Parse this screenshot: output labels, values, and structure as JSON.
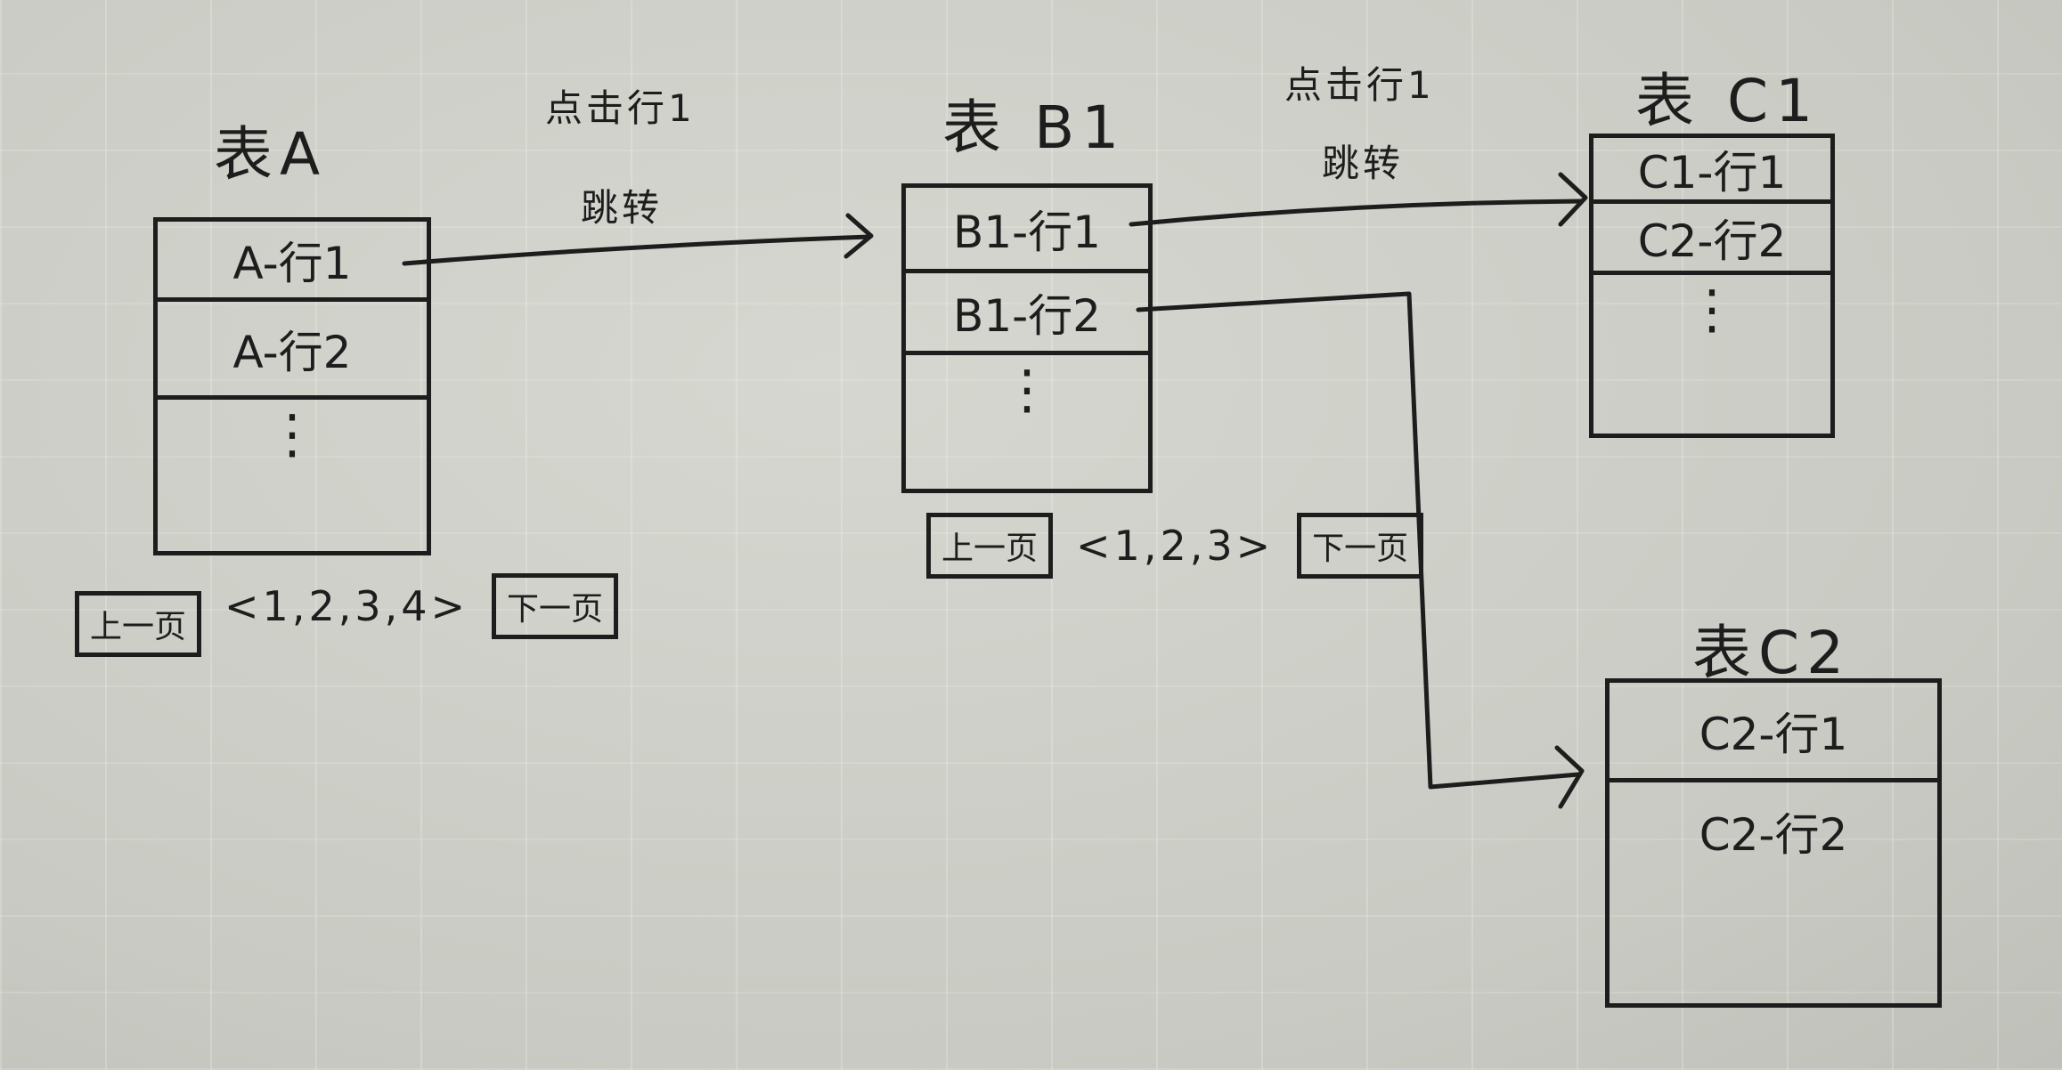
{
  "tables": {
    "a": {
      "title": "表A",
      "rows": [
        "A-行1",
        "A-行2"
      ],
      "more": "⋮",
      "pager": {
        "prev": "上一页",
        "pages": "<1,2,3,4>",
        "next": "下一页"
      }
    },
    "b": {
      "title": "表 B1",
      "rows": [
        "B1-行1",
        "B1-行2"
      ],
      "more": "⋮",
      "pager": {
        "prev": "上一页",
        "pages": "<1,2,3>",
        "next": "下一页"
      }
    },
    "c1": {
      "title": "表 C1",
      "rows": [
        "C1-行1",
        "C2-行2"
      ],
      "more": "⋮"
    },
    "c2": {
      "title": "表C2",
      "rows": [
        "C2-行1",
        "C2-行2"
      ]
    }
  },
  "links": {
    "ab": {
      "action": "点击行1",
      "result": "跳转"
    },
    "bc": {
      "action": "点击行1",
      "result": "跳转"
    }
  }
}
